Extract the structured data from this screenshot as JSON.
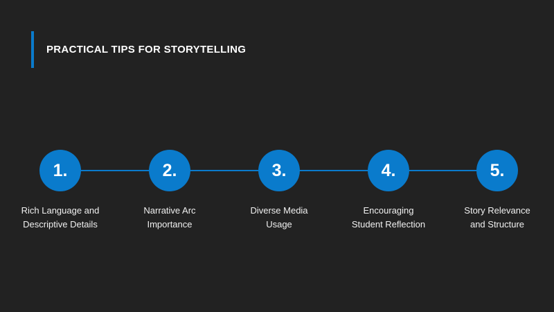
{
  "title": "PRACTICAL TIPS FOR STORYTELLING",
  "colors": {
    "accent": "#0a7bcc",
    "background": "#222222"
  },
  "steps": [
    {
      "number": "1.",
      "line1": "Rich Language and",
      "line2": "Descriptive Details"
    },
    {
      "number": "2.",
      "line1": "Narrative Arc",
      "line2": "Importance"
    },
    {
      "number": "3.",
      "line1": "Diverse Media",
      "line2": "Usage"
    },
    {
      "number": "4.",
      "line1": "Encouraging",
      "line2": "Student Reflection"
    },
    {
      "number": "5.",
      "line1": "Story Relevance",
      "line2": "and Structure"
    }
  ]
}
